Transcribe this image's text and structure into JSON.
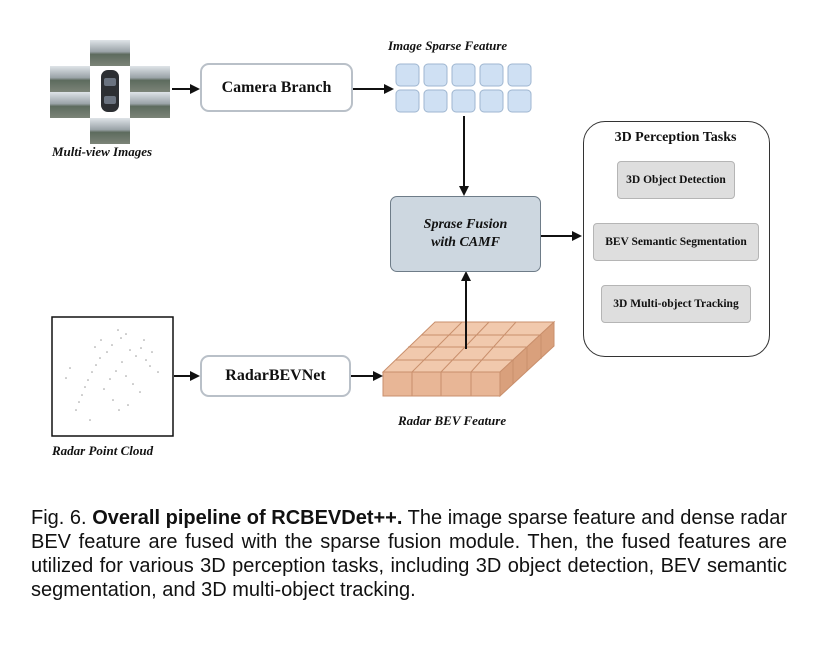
{
  "labels": {
    "multi_view": "Multi-view Images",
    "image_sparse": "Image Sparse Feature",
    "radar_cloud": "Radar Point Cloud",
    "radar_bev": "Radar BEV Feature"
  },
  "boxes": {
    "camera_branch": "Camera Branch",
    "radar_bevnet": "RadarBEVNet",
    "fusion_line1": "Sprase Fusion",
    "fusion_line2": "with CAMF"
  },
  "tasks": {
    "title": "3D Perception Tasks",
    "items": [
      "3D Object Detection",
      "BEV Semantic Segmentation",
      "3D Multi-object Tracking"
    ]
  },
  "caption": {
    "prefix": "Fig. 6.",
    "bold": "Overall pipeline of RCBEVDet++.",
    "text": "The image sparse feature and dense radar BEV feature are fused with the sparse fusion module. Then, the fused features are utilized for various 3D perception tasks, including 3D object detection, BEV semantic segmentation, and 3D multi-object tracking."
  },
  "colors": {
    "sparse_tile": "#cfe0f3",
    "sparse_tile_border": "#9fb6d0",
    "fusion_fill": "#cdd7e0",
    "bev_top": "#f1c9ad",
    "bev_front": "#e8b696",
    "bev_side": "#d9a07c",
    "task_fill": "#dedede"
  },
  "icons": [
    "camera-thumbnail-icon",
    "ego-car-icon",
    "point-cloud-icon"
  ]
}
